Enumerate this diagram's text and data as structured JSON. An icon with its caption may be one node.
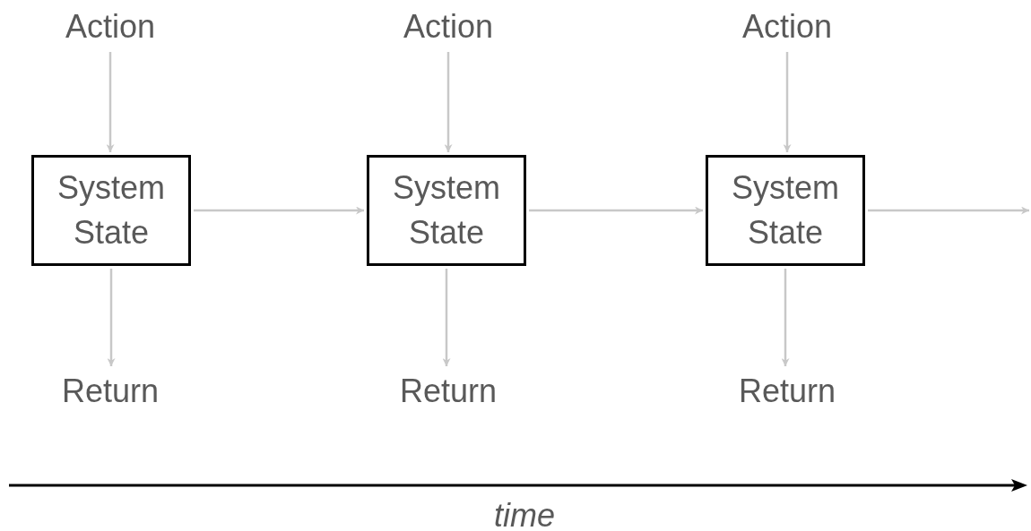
{
  "diagram": {
    "nodes": [
      {
        "text": [
          "Action"
        ]
      },
      {
        "text": [
          "Action"
        ]
      },
      {
        "text": [
          "Action"
        ]
      },
      {
        "text": [
          "System State"
        ]
      },
      {
        "text": [
          "System State"
        ]
      },
      {
        "text": [
          "System State"
        ]
      },
      {
        "text": [
          "Return"
        ]
      },
      {
        "text": [
          "Return"
        ]
      },
      {
        "text": [
          "Return"
        ]
      }
    ],
    "edges": [
      {
        "from": 0,
        "to": 3,
        "arrow": "to"
      },
      {
        "from": 1,
        "to": 4,
        "arrow": "to"
      },
      {
        "from": 2,
        "to": 5,
        "arrow": "to"
      },
      {
        "from": 3,
        "to": 4,
        "arrow": "to"
      },
      {
        "from": 4,
        "to": 5,
        "arrow": "to"
      },
      {
        "from": 5,
        "to": null,
        "arrow": "to"
      },
      {
        "from": 3,
        "to": 6,
        "arrow": "to"
      },
      {
        "from": 4,
        "to": 7,
        "arrow": "to"
      },
      {
        "from": 5,
        "to": 8,
        "arrow": "to"
      }
    ],
    "labels": [
      "time"
    ]
  }
}
